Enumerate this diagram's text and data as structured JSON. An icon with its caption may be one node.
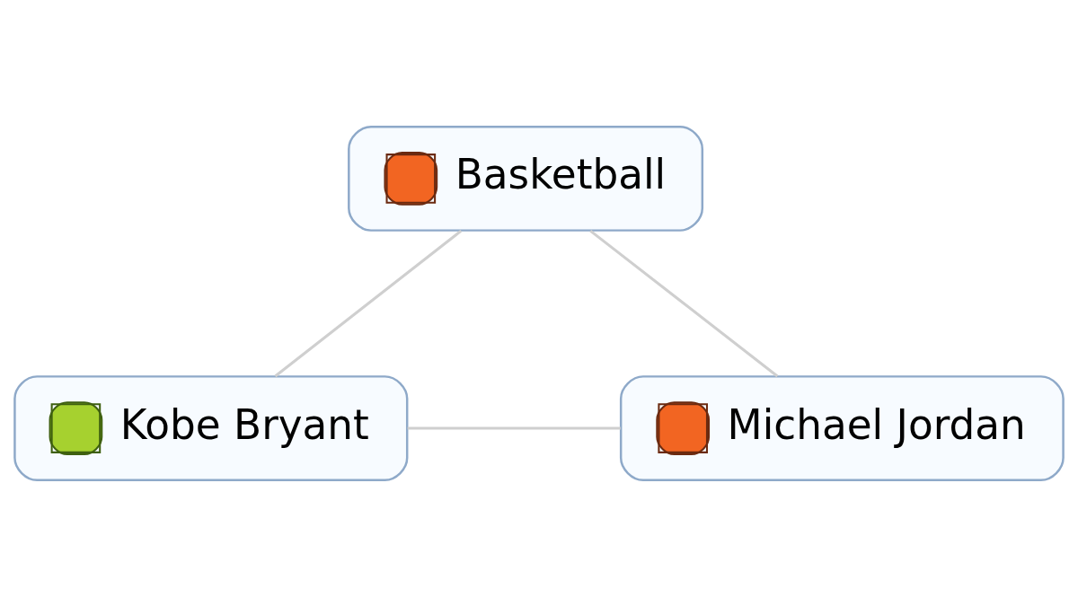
{
  "diagram": {
    "nodes": [
      {
        "text": [
          "Basketball"
        ]
      },
      {
        "text": [
          "Kobe Bryant"
        ]
      },
      {
        "text": [
          "Michael Jordan"
        ]
      }
    ],
    "edges": [
      {
        "from": 0,
        "to": 1,
        "arrow": "none"
      },
      {
        "from": 0,
        "to": 2,
        "arrow": "none"
      },
      {
        "from": 1,
        "to": 2,
        "arrow": "none"
      }
    ]
  }
}
